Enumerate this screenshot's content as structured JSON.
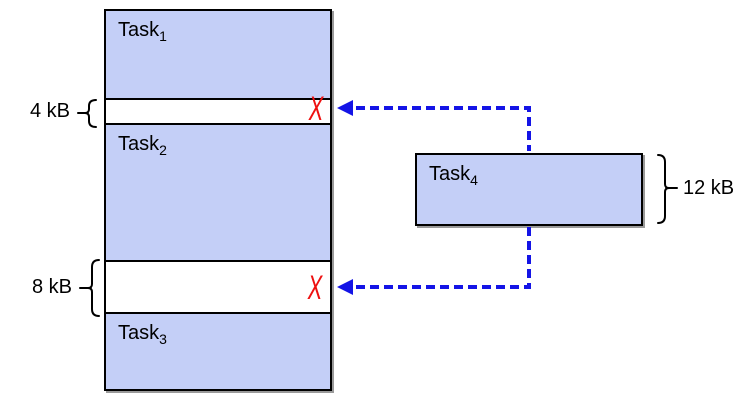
{
  "memory_column": {
    "blocks": [
      {
        "name": "Task",
        "sub": "1"
      },
      {
        "name": "Task",
        "sub": "2"
      },
      {
        "name": "Task",
        "sub": "3"
      }
    ],
    "gaps": [
      {
        "size": "4 kB"
      },
      {
        "size": "8 kB"
      }
    ]
  },
  "incoming_task": {
    "name": "Task",
    "sub": "4",
    "size": "12 kB"
  },
  "reject_mark": "X",
  "colors": {
    "task_fill": "#c4cff7",
    "outline": "#000000",
    "arrow_blue": "#1414e6",
    "reject_red": "#ee1111",
    "shadow_gray": "#9a9a9a"
  }
}
